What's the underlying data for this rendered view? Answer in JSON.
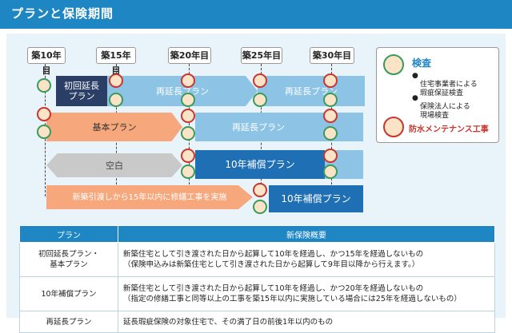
{
  "title": "プランと保険期間",
  "years": [
    "築10年目",
    "築15年目",
    "築20年目",
    "築25年目",
    "築30年目"
  ],
  "bars": {
    "first_renewal": "初回延長\nプラン",
    "re_extension_1": "再延長プラン",
    "re_extension_2": "再延長プラン",
    "basic": "基本プラン",
    "re_extension_3": "再延長プラン",
    "blank": "空白",
    "warranty_10_a": "10年補償プラン",
    "repair_arrow": "新築引渡しから15年以内に修繕工事を実施",
    "warranty_10_b": "10年補償プラン"
  },
  "legend": {
    "inspection_title": "検査",
    "inspection_items": [
      "住宅事業者による\n瑕疵保証検査",
      "保険法人による\n現場検査"
    ],
    "maintenance_title": "防水メンテナンス工事"
  },
  "table": {
    "headers": [
      "プラン",
      "新保険概要"
    ],
    "rows": [
      {
        "plan": "初回延長プラン・\n基本プラン",
        "desc": "新築住宅として引き渡された日から起算して10年を経過し、かつ15年を経過しないもの\n（保険申込みは新築住宅として引き渡された日から起算して9年目以降から行えます。）"
      },
      {
        "plan": "10年補償プラン",
        "desc": "新築住宅として引き渡された日から起算して10年を経過し、かつ20年を経過しないもの\n（指定の修繕工事と同等以上の工事を築15年以内に実施している場合には25年を経過しないもの）"
      },
      {
        "plan": "再延長プラン",
        "desc": "延長瑕疵保険の対象住宅で、その満了日の前後1年以内のもの"
      }
    ]
  },
  "colors": {
    "header": "#1f86c4",
    "dark_navy": "#2b3f66",
    "light_blue": "#8dc4e6",
    "orange": "#f6a77c",
    "gray": "#c9c9c9",
    "strong_blue": "#1f6fb5"
  }
}
